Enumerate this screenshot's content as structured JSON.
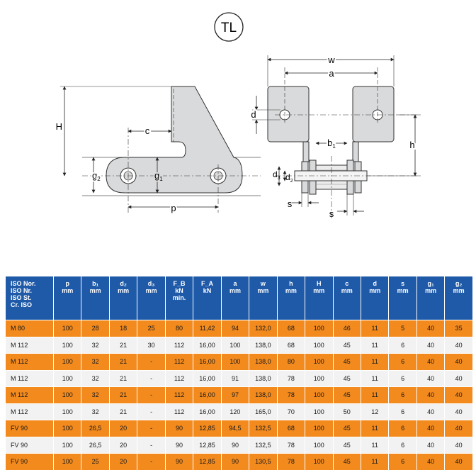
{
  "chain_type_label": "TL",
  "dimension_labels": {
    "H": "H",
    "c": "c",
    "g2": "g",
    "g2_sub": "2",
    "g1": "g",
    "g1_sub": "1",
    "p": "p",
    "w": "w",
    "a": "a",
    "d": "d",
    "b1": "b",
    "b1_sub": "1",
    "h": "h",
    "d3": "d",
    "d3_sub": "3",
    "d2": "d",
    "d2_sub": "2",
    "s": "s"
  },
  "table": {
    "columns": [
      {
        "label": "ISO Nor.\nISO Nr.\nISO St.\nCr. ISO",
        "unit": ""
      },
      {
        "label": "p",
        "unit": "mm"
      },
      {
        "label": "b₁",
        "unit": "mm"
      },
      {
        "label": "d₂",
        "unit": "mm"
      },
      {
        "label": "d₃",
        "unit": "mm"
      },
      {
        "label": "F_B",
        "unit": "kN\nmin."
      },
      {
        "label": "F_A",
        "unit": "kN"
      },
      {
        "label": "a",
        "unit": "mm"
      },
      {
        "label": "w",
        "unit": "mm"
      },
      {
        "label": "h",
        "unit": "mm"
      },
      {
        "label": "H",
        "unit": "mm"
      },
      {
        "label": "c",
        "unit": "mm"
      },
      {
        "label": "d",
        "unit": "mm"
      },
      {
        "label": "s",
        "unit": "mm"
      },
      {
        "label": "g₁",
        "unit": "mm"
      },
      {
        "label": "g₂",
        "unit": "mm"
      }
    ],
    "rows": [
      [
        "M   80",
        "100",
        "28",
        "18",
        "25",
        "80",
        "11,42",
        "94",
        "132,0",
        "68",
        "100",
        "46",
        "11",
        "5",
        "40",
        "35"
      ],
      [
        "M  112",
        "100",
        "32",
        "21",
        "30",
        "112",
        "16,00",
        "100",
        "138,0",
        "68",
        "100",
        "45",
        "11",
        "6",
        "40",
        "40"
      ],
      [
        "M  112",
        "100",
        "32",
        "21",
        "-",
        "112",
        "16,00",
        "100",
        "138,0",
        "80",
        "100",
        "45",
        "11",
        "6",
        "40",
        "40"
      ],
      [
        "M  112",
        "100",
        "32",
        "21",
        "-",
        "112",
        "16,00",
        "91",
        "138,0",
        "78",
        "100",
        "45",
        "11",
        "6",
        "40",
        "40"
      ],
      [
        "M  112",
        "100",
        "32",
        "21",
        "-",
        "112",
        "16,00",
        "97",
        "138,0",
        "78",
        "100",
        "45",
        "11",
        "6",
        "40",
        "40"
      ],
      [
        "M  112",
        "100",
        "32",
        "21",
        "-",
        "112",
        "16,00",
        "120",
        "165,0",
        "70",
        "100",
        "50",
        "12",
        "6",
        "40",
        "40"
      ],
      [
        "FV  90",
        "100",
        "26,5",
        "20",
        "-",
        "90",
        "12,85",
        "94,5",
        "132,5",
        "68",
        "100",
        "45",
        "11",
        "6",
        "40",
        "40"
      ],
      [
        "FV  90",
        "100",
        "26,5",
        "20",
        "-",
        "90",
        "12,85",
        "90",
        "132,5",
        "78",
        "100",
        "45",
        "11",
        "6",
        "40",
        "40"
      ],
      [
        "FV  90",
        "100",
        "25",
        "20",
        "-",
        "90",
        "12,85",
        "90",
        "130,5",
        "78",
        "100",
        "45",
        "11",
        "6",
        "40",
        "40"
      ]
    ]
  },
  "colors": {
    "header_blue": "#1f5aa8",
    "row_orange": "#f28a1e",
    "row_light": "#f2f2f2",
    "part_fill": "#d9dadb"
  }
}
